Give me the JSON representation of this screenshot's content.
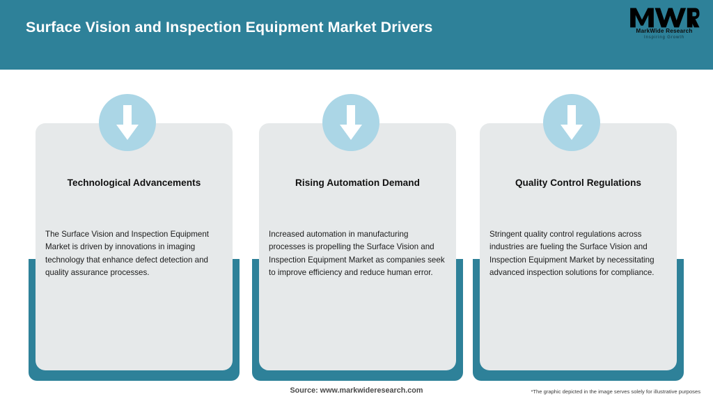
{
  "header": {
    "title": "Surface Vision and Inspection Equipment Market Drivers",
    "band_color": "#2E8199",
    "logo": {
      "mark": "MWR",
      "name": "MarkWide Research",
      "tagline": "Inspiring Growth"
    }
  },
  "cards": [
    {
      "icon": "down-arrow-icon",
      "heading": "Technological Advancements",
      "body": "The Surface Vision and Inspection Equipment Market is driven by innovations in imaging technology that enhance defect detection and quality assurance processes."
    },
    {
      "icon": "down-arrow-icon",
      "heading": "Rising Automation Demand",
      "body": "Increased automation in manufacturing processes is propelling the Surface Vision and Inspection Equipment Market as companies seek to improve efficiency and reduce human error."
    },
    {
      "icon": "down-arrow-icon",
      "heading": "Quality Control Regulations",
      "body": "Stringent quality control regulations across industries are fueling the Surface Vision and Inspection Equipment Market by necessitating advanced inspection solutions for compliance."
    }
  ],
  "footer": {
    "source": "Source: www.markwideresearch.com",
    "disclaimer": "*The graphic depicted in the image serves solely for illustrative purposes"
  },
  "colors": {
    "accent_teal": "#2E8199",
    "badge_blue": "#abd6e6",
    "panel_gray": "#e6e9ea",
    "page_background": "#ffffff"
  }
}
